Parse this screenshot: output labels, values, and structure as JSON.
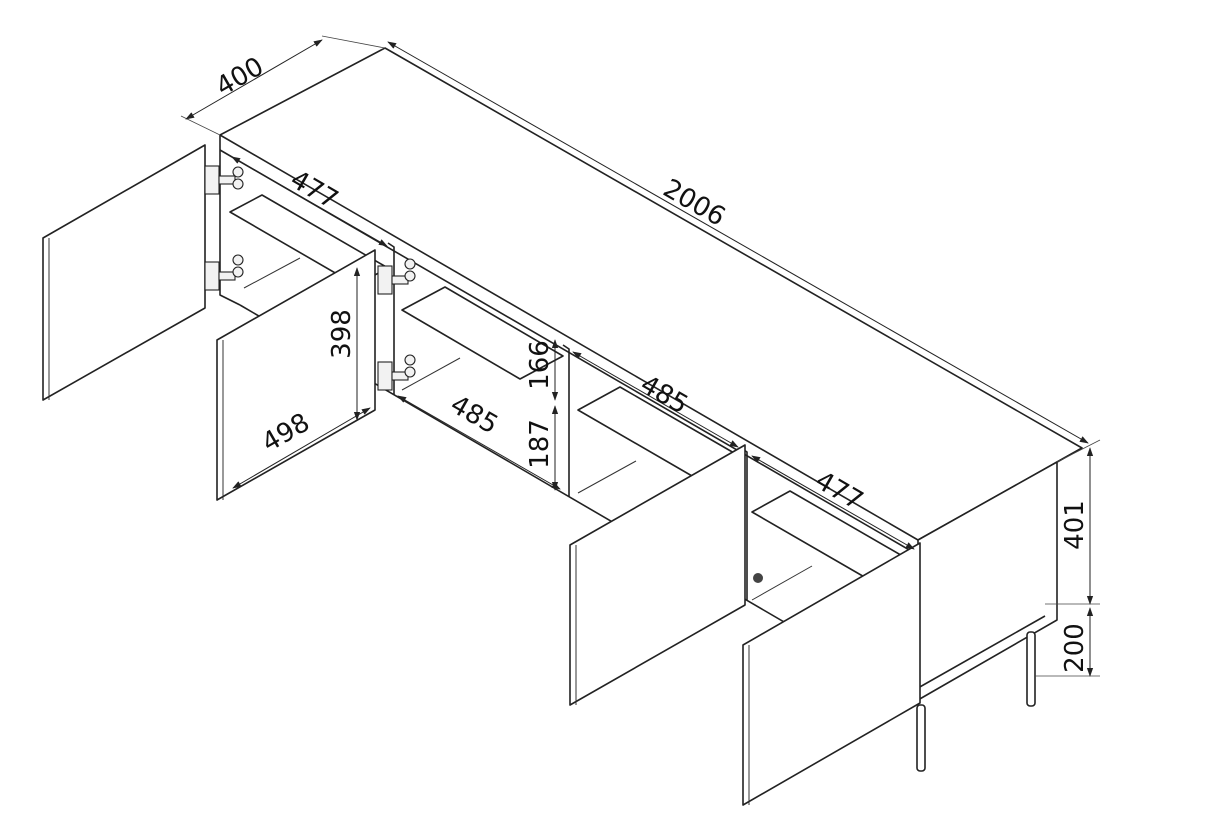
{
  "dimensions": {
    "width": "2006",
    "depth": "400",
    "height_body": "401",
    "height_legs": "200",
    "door_height": "398",
    "door_width": "498",
    "shelf_left": "477",
    "shelf_right": "477",
    "shelf_center_front": "485",
    "shelf_center_back": "485",
    "upper_compartment": "166",
    "lower_compartment": "187"
  }
}
